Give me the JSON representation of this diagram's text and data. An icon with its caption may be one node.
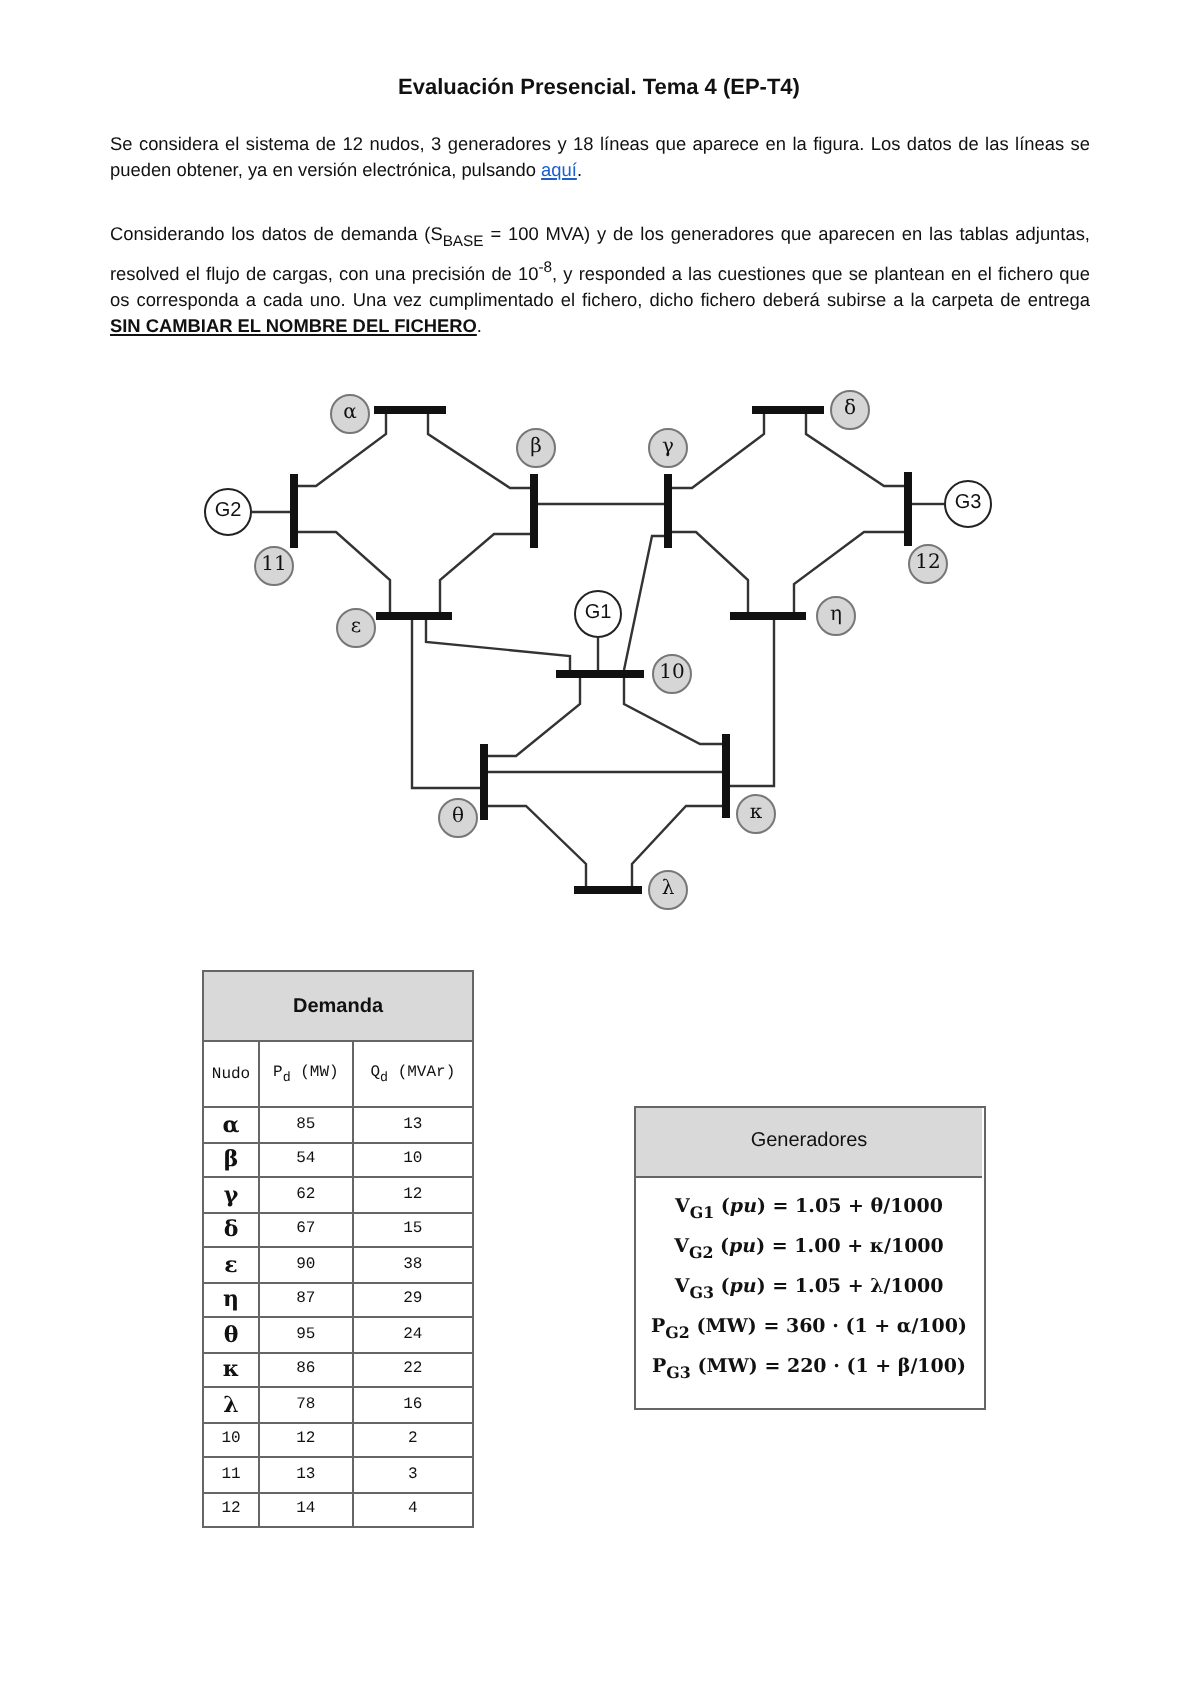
{
  "diagram": {
    "title": "Evaluación Presencial. Tema 4 (EP-T4)",
    "nodes": [
      {
        "text": [
          "α"
        ]
      },
      {
        "text": [
          "δ"
        ]
      },
      {
        "text": [
          "β"
        ]
      },
      {
        "text": [
          "γ"
        ]
      },
      {
        "text": [
          "G2"
        ]
      },
      {
        "text": [
          "G3"
        ]
      },
      {
        "text": [
          "11"
        ]
      },
      {
        "text": [
          "12"
        ]
      },
      {
        "text": [
          "G1"
        ]
      },
      {
        "text": [
          "ε"
        ]
      },
      {
        "text": [
          "η"
        ]
      },
      {
        "text": [
          "10"
        ]
      },
      {
        "text": [
          "θ"
        ]
      },
      {
        "text": [
          "κ"
        ]
      },
      {
        "text": [
          "λ"
        ]
      }
    ],
    "edges": [
      {
        "from": 0,
        "to": 6,
        "arrow": "none"
      },
      {
        "from": 0,
        "to": 2,
        "arrow": "none"
      },
      {
        "from": 6,
        "to": 9,
        "arrow": "none"
      },
      {
        "from": 2,
        "to": 9,
        "arrow": "none"
      },
      {
        "from": 2,
        "to": 3,
        "arrow": "none"
      },
      {
        "from": 3,
        "to": 1,
        "arrow": "none"
      },
      {
        "from": 1,
        "to": 7,
        "arrow": "none"
      },
      {
        "from": 3,
        "to": 10,
        "arrow": "none"
      },
      {
        "from": 7,
        "to": 10,
        "arrow": "none"
      },
      {
        "from": 3,
        "to": 11,
        "arrow": "none"
      },
      {
        "from": 9,
        "to": 11,
        "arrow": "none"
      },
      {
        "from": 9,
        "to": 12,
        "arrow": "none"
      },
      {
        "from": 10,
        "to": 13,
        "arrow": "none"
      },
      {
        "from": 11,
        "to": 12,
        "arrow": "none"
      },
      {
        "from": 11,
        "to": 13,
        "arrow": "none"
      },
      {
        "from": 12,
        "to": 13,
        "arrow": "none"
      },
      {
        "from": 12,
        "to": 14,
        "arrow": "none"
      },
      {
        "from": 13,
        "to": 14,
        "arrow": "none"
      },
      {
        "from": 4,
        "to": 6,
        "arrow": "none"
      },
      {
        "from": 5,
        "to": 7,
        "arrow": "none"
      },
      {
        "from": 8,
        "to": 11,
        "arrow": "none"
      }
    ],
    "labels": [
      "Se considera el sistema de 12 nudos, 3 generadores y 18 líneas que aparece en la figura. Los datos de las líneas se pueden obtener, ya en versión electrónica, pulsando aquí.",
      "Considerando los datos de demanda (S$_{BASE}$ = 100 MVA) y de los generadores que aparecen en las tablas adjuntas, resolved el flujo de cargas, con una precisión de 10$^{-8}$, y responded a las cuestiones que se plantean en el fichero que os corresponda a cada uno. Una vez cumplimentado el fichero, dicho fichero deberá subirse a la carpeta de entrega **SIN CAMBIAR EL NOMBRE DEL FICHERO**.",
      "Demanda",
      "Nudo",
      "P$_{d}$ (MW)",
      "Q$_{d}$ (MVAr)",
      "α",
      "85",
      "13",
      "β",
      "54",
      "10",
      "γ",
      "62",
      "12",
      "δ",
      "67",
      "15",
      "ε",
      "90",
      "38",
      "η",
      "87",
      "29",
      "θ",
      "95",
      "24",
      "κ",
      "86",
      "22",
      "λ",
      "78",
      "16",
      "10",
      "12",
      "2",
      "11",
      "13",
      "3",
      "12",
      "14",
      "4",
      "Generadores",
      "V$_{G1}$ (*pu*) = 1.05 + θ/1000",
      "V$_{G2}$ (*pu*) = 1.00 + κ/1000",
      "V$_{G3}$ (*pu*) = 1.05 + λ/1000",
      "P$_{G2}$ (MW) = 360 · (1 + α/100)",
      "P$_{G3}$ (MW) = 220 · (1 + β/100)"
    ]
  }
}
